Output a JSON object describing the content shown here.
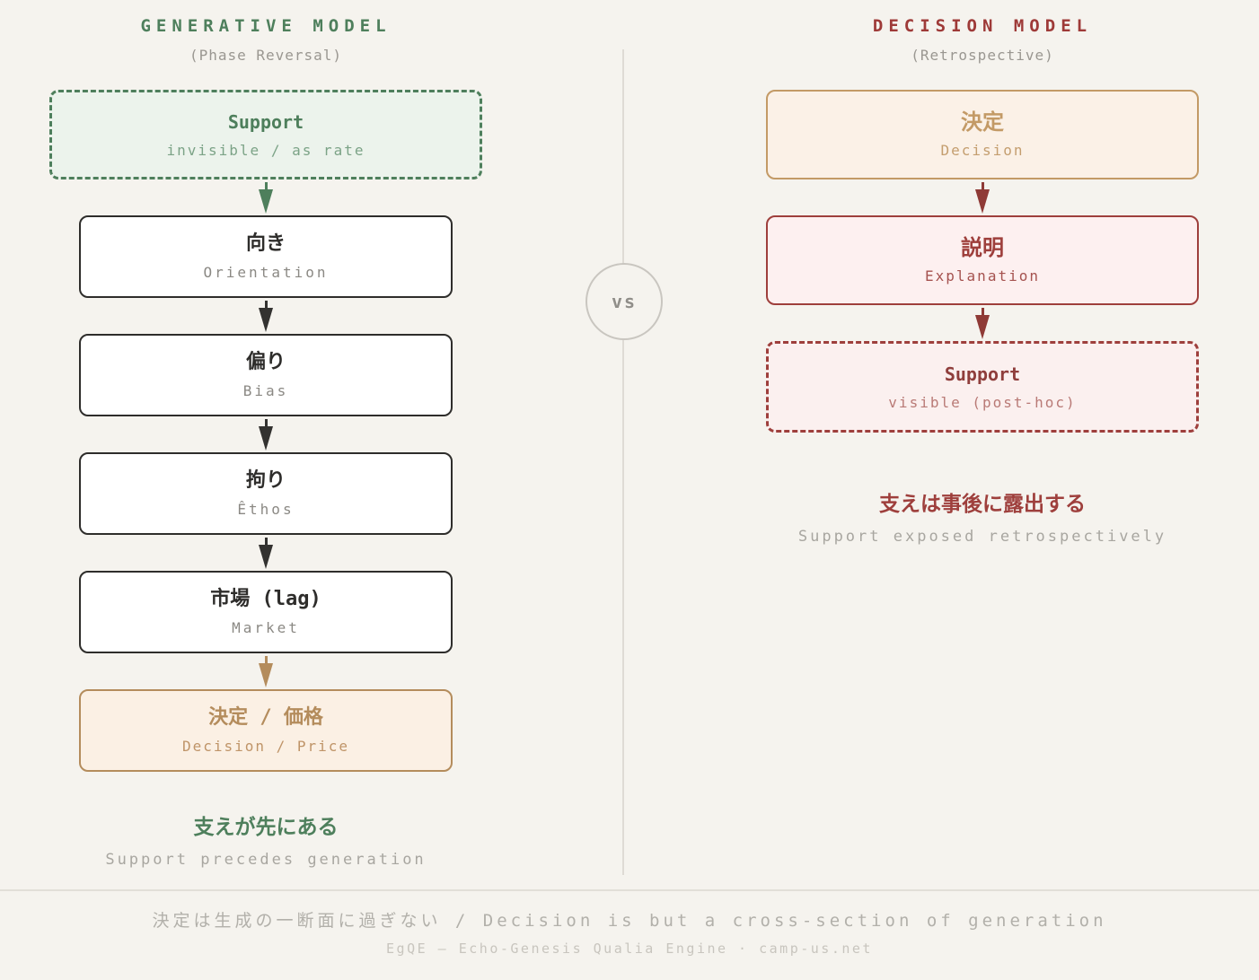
{
  "colors": {
    "background": "#f5f3ee",
    "green_accent": "#4e7f5c",
    "red_accent": "#9e3a38",
    "tan_accent": "#b48c5c",
    "dark_ink": "#2e2d2b",
    "muted_gray": "#9a9791"
  },
  "vs_label": "vs",
  "left": {
    "title": "GENERATIVE MODEL",
    "subtitle": "(Phase Reversal)",
    "support_box": {
      "title": "Support",
      "subtitle": "invisible / as rate"
    },
    "steps": [
      {
        "title": "向き",
        "subtitle": "Orientation"
      },
      {
        "title": "偏り",
        "subtitle": "Bias"
      },
      {
        "title": "拘り",
        "subtitle": "Êthos"
      },
      {
        "title": "市場 (lag)",
        "subtitle": "Market"
      }
    ],
    "result_box": {
      "title": "決定 / 価格",
      "subtitle": "Decision / Price"
    },
    "caption_jp": "支えが先にある",
    "caption_en": "Support precedes generation"
  },
  "right": {
    "title": "DECISION MODEL",
    "subtitle": "(Retrospective)",
    "decision_box": {
      "title": "決定",
      "subtitle": "Decision"
    },
    "explanation_box": {
      "title": "説明",
      "subtitle": "Explanation"
    },
    "support_box": {
      "title": "Support",
      "subtitle": "visible (post-hoc)"
    },
    "caption_jp": "支えは事後に露出する",
    "caption_en": "Support exposed retrospectively"
  },
  "footer": {
    "line1": "決定は生成の一断面に過ぎない / Decision is but a cross-section of generation",
    "line2": "EgQE — Echo-Genesis Qualia Engine · camp-us.net"
  }
}
